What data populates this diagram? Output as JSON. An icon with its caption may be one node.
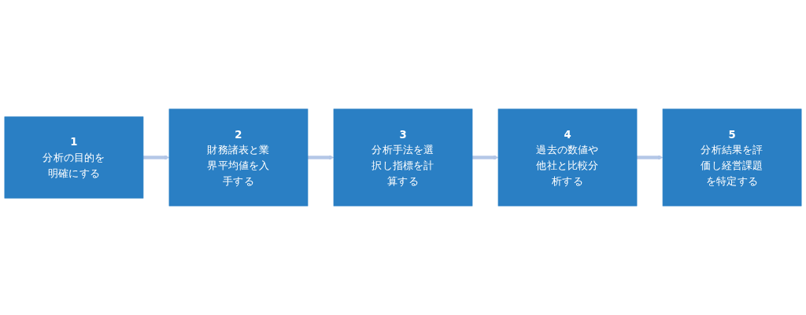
{
  "diagram": {
    "nodes": [
      {
        "text": [
          "1",
          "分析の目的を明確にする"
        ]
      },
      {
        "text": [
          "2",
          "財務諸表と業界平均値を入手する"
        ]
      },
      {
        "text": [
          "3",
          "分析手法を選択し指標を計算する"
        ]
      },
      {
        "text": [
          "4",
          "過去の数値や他社と比較分析する"
        ]
      },
      {
        "text": [
          "5",
          "分析結果を評価し経営課題を特定する"
        ]
      }
    ],
    "edges": [
      {
        "from": 0,
        "to": 1,
        "arrow": "to"
      },
      {
        "from": 1,
        "to": 2,
        "arrow": "to"
      },
      {
        "from": 2,
        "to": 3,
        "arrow": "to"
      },
      {
        "from": 3,
        "to": 4,
        "arrow": "to"
      }
    ]
  }
}
